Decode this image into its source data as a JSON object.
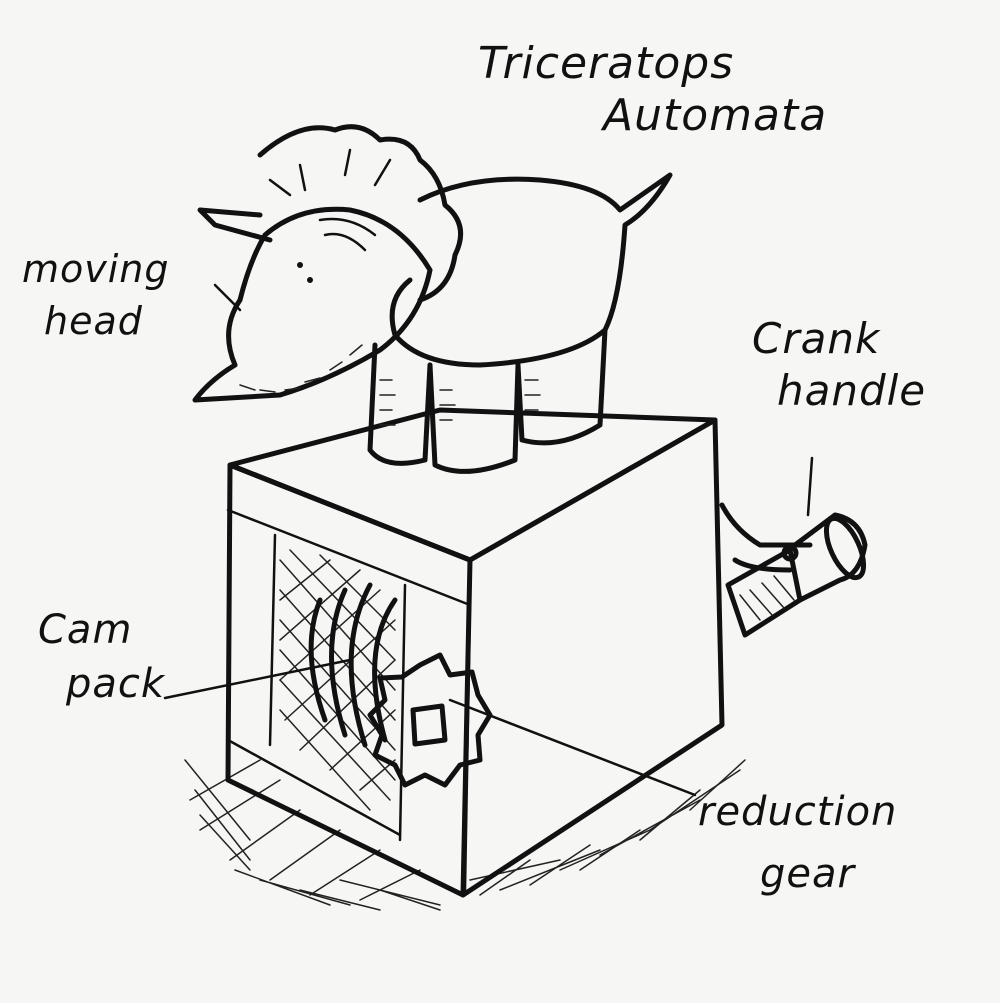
{
  "title": {
    "line1": "Triceratops",
    "line2": "Automata"
  },
  "labels": {
    "moving_head": {
      "line1": "moving",
      "line2": "head"
    },
    "crank_handle": {
      "line1": "Crank",
      "line2": "handle"
    },
    "cam_pack": {
      "line1": "Cam",
      "line2": "pack"
    },
    "reduction_gear": {
      "line1": "reduction",
      "line2": "gear"
    }
  },
  "colors": {
    "ink": "#111111",
    "paper": "#f6f6f4"
  }
}
